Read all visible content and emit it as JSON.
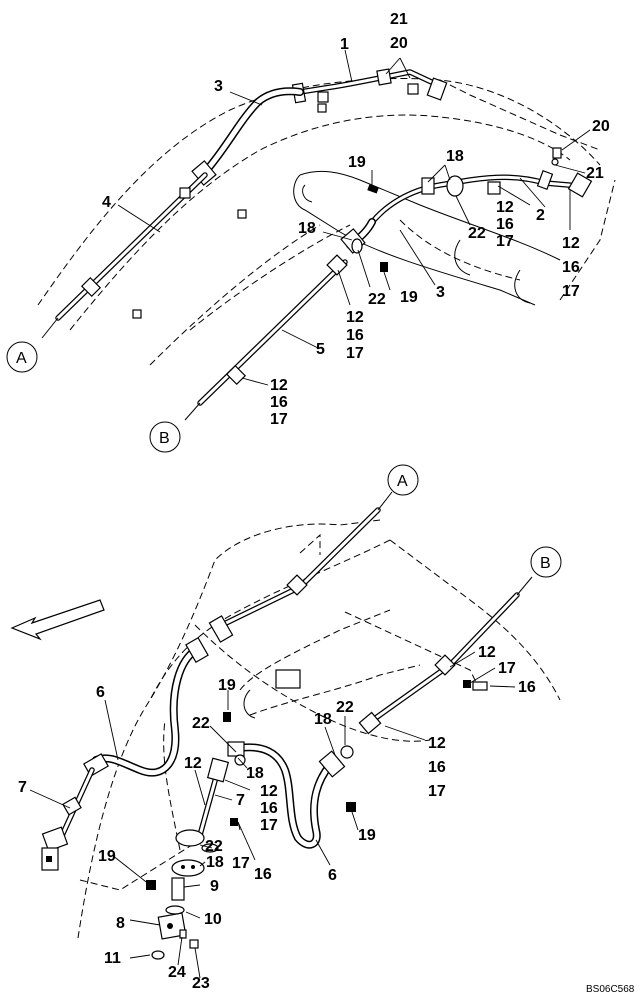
{
  "title": "",
  "figure_code": "BS06C568",
  "ref_marks": {
    "a": "A",
    "b": "B"
  },
  "callouts": {
    "c1": "1",
    "c2": "2",
    "c3a": "3",
    "c3b": "3",
    "c4": "4",
    "c5": "5",
    "c6a": "6",
    "c6b": "6",
    "c7a": "7",
    "c7b": "7",
    "c8": "8",
    "c9": "9",
    "c10": "10",
    "c11": "11",
    "c12a": "12",
    "c12b": "12",
    "c12c": "12",
    "c12d": "12",
    "c12e": "12",
    "c12f": "12",
    "c12g": "12",
    "c12h": "12",
    "c16a": "16",
    "c16b": "16",
    "c16c": "16",
    "c16d": "16",
    "c16e": "16",
    "c16f": "16",
    "c16g": "16",
    "c17a": "17",
    "c17b": "17",
    "c17c": "17",
    "c17d": "17",
    "c17e": "17",
    "c17f": "17",
    "c17g": "17",
    "c17h": "17",
    "c18a": "18",
    "c18b": "18",
    "c18c": "18",
    "c18d": "18",
    "c18e": "18",
    "c19a": "19",
    "c19b": "19",
    "c19c": "19",
    "c19d": "19",
    "c19e": "19",
    "c20a": "20",
    "c20b": "20",
    "c21a": "21",
    "c21b": "21",
    "c22a": "22",
    "c22b": "22",
    "c22c": "22",
    "c22d": "22",
    "c22e": "22",
    "c23": "23",
    "c24": "24"
  },
  "icons": [
    "circled-reference-a",
    "circled-reference-b",
    "front-direction-arrow"
  ]
}
